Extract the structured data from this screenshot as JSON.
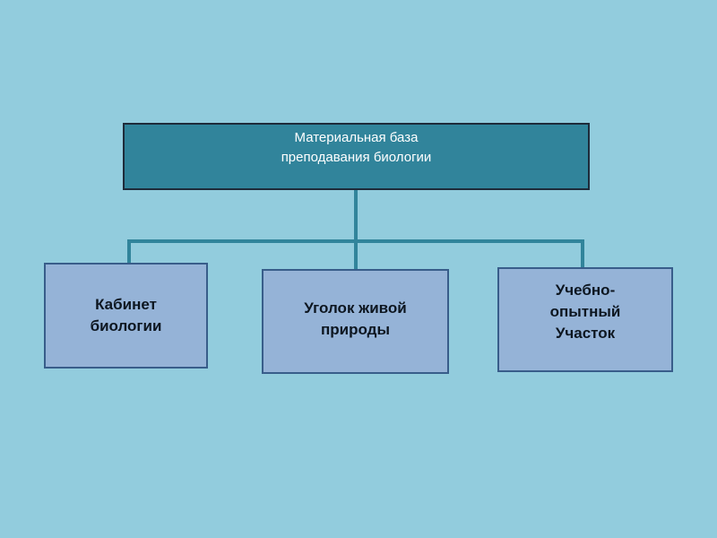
{
  "diagram": {
    "root": {
      "label": "Материальная база\nпреподавания биологии"
    },
    "children": [
      {
        "label": "Кабинет\nбиологии"
      },
      {
        "label": "Уголок живой\nприроды"
      },
      {
        "label": "Учебно-\nопытный\nУчасток"
      }
    ]
  },
  "colors": {
    "background": "#92ccdd",
    "root_fill": "#31849b",
    "child_fill": "#95b3d7",
    "connector": "#31849b"
  }
}
